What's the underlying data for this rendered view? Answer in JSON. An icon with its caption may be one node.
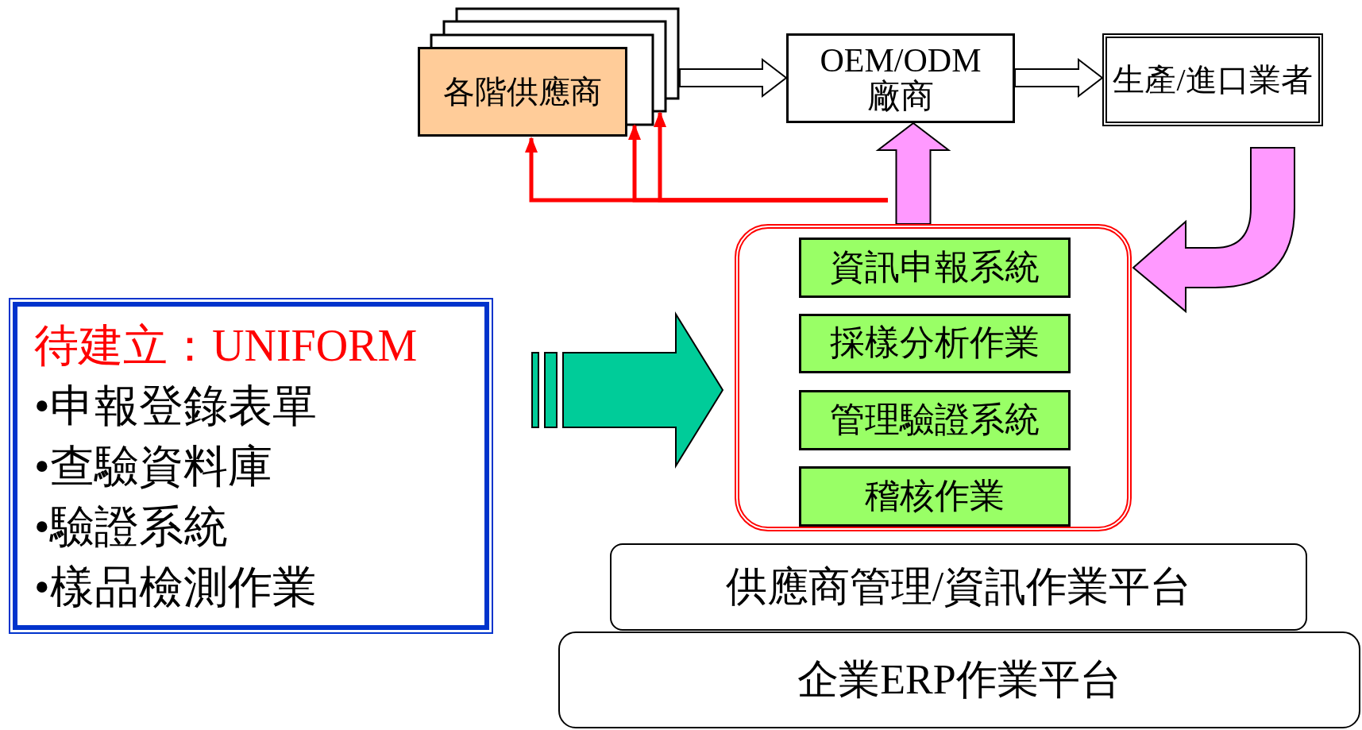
{
  "diagram": {
    "nodes": [
      {
        "text": [
          "各階供應商"
        ]
      },
      {
        "text": [
          "OEM/ODM 廠商"
        ]
      },
      {
        "text": [
          "生產/進口業者"
        ]
      },
      {
        "text": [],
        "shape": "box"
      },
      {
        "text": [
          "資訊申報系統"
        ],
        "in": 3
      },
      {
        "text": [
          "採樣分析作業"
        ],
        "in": 3
      },
      {
        "text": [
          "管理驗證系統"
        ],
        "in": 3
      },
      {
        "text": [
          "稽核作業"
        ],
        "in": 3
      },
      {
        "text": [
          "供應商管理/資訊作業平台"
        ]
      },
      {
        "text": [
          "企業ERP作業平台"
        ]
      },
      {
        "text": [
          "待建立：UNIFORM",
          "•申報登錄表單",
          "•查驗資料庫",
          "•驗證系統",
          "•樣品檢測作業"
        ]
      }
    ],
    "edges": [
      {
        "from": 0,
        "to": 1,
        "arrow": "to"
      },
      {
        "from": 1,
        "to": 2,
        "arrow": "to"
      },
      {
        "from": null,
        "to": 0,
        "arrow": "to",
        "color": "#ff0000"
      },
      {
        "from": null,
        "to": 0,
        "arrow": "to",
        "color": "#ff0000"
      },
      {
        "from": null,
        "to": 0,
        "arrow": "to",
        "color": "#ff0000"
      },
      {
        "from": 3,
        "to": 1,
        "arrow": "to",
        "color": "#ff99ff"
      },
      {
        "from": 2,
        "to": 3,
        "arrow": "to",
        "color": "#ff99ff"
      },
      {
        "from": 10,
        "to": 3,
        "arrow": "to",
        "color": "#00cc99"
      }
    ]
  }
}
